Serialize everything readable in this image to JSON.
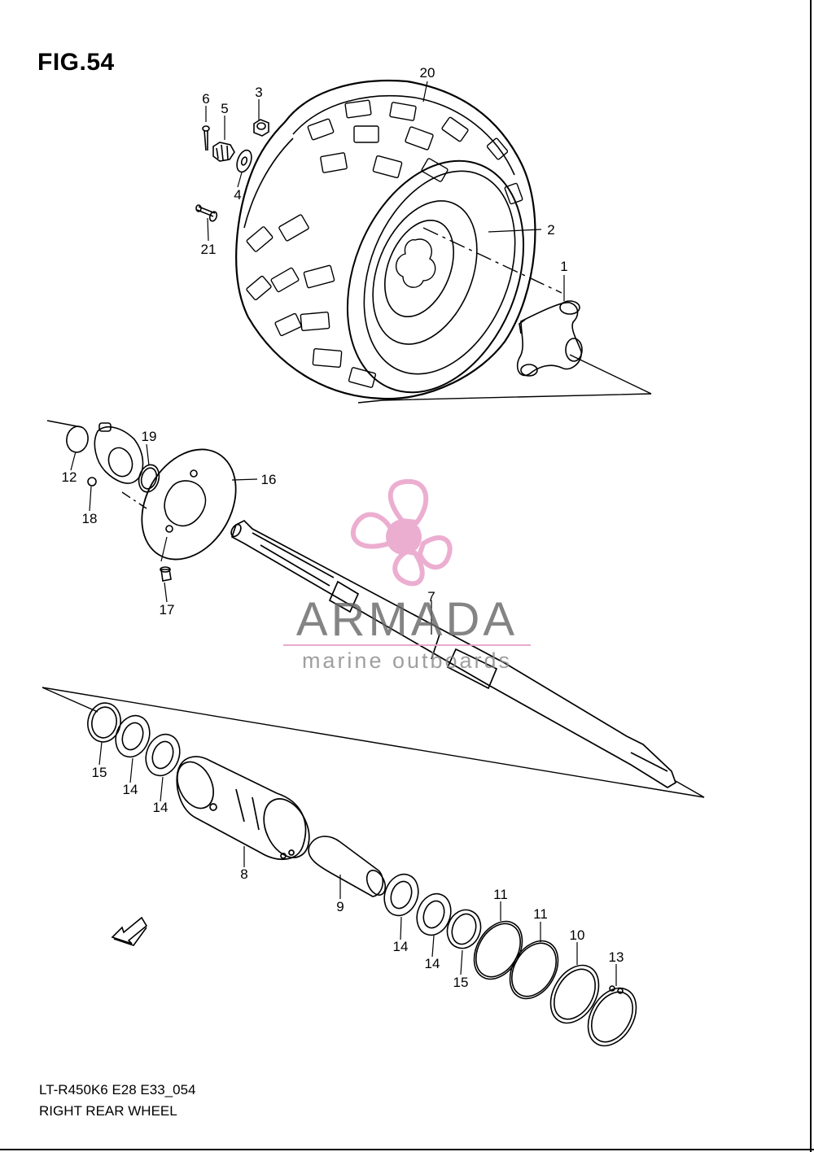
{
  "figure": {
    "title": "FIG.54",
    "model_code": "LT-R450K6 E28 E33_054",
    "name": "RIGHT REAR WHEEL"
  },
  "watermark": {
    "brand": "ARMADA",
    "tagline": "marine outboards",
    "logo": "propeller-logo",
    "logo_color": "#e9a0c8"
  },
  "fwd_arrow": {
    "label": "FWD",
    "icon": "fwd-arrow-icon"
  },
  "callouts": [
    {
      "id": "c1",
      "label": "1"
    },
    {
      "id": "c2",
      "label": "2"
    },
    {
      "id": "c3",
      "label": "3"
    },
    {
      "id": "c4",
      "label": "4"
    },
    {
      "id": "c5",
      "label": "5"
    },
    {
      "id": "c6",
      "label": "6"
    },
    {
      "id": "c7",
      "label": "7"
    },
    {
      "id": "c8",
      "label": "8"
    },
    {
      "id": "c9",
      "label": "9"
    },
    {
      "id": "c10",
      "label": "10"
    },
    {
      "id": "c11a",
      "label": "11"
    },
    {
      "id": "c11b",
      "label": "11"
    },
    {
      "id": "c12",
      "label": "12"
    },
    {
      "id": "c13",
      "label": "13"
    },
    {
      "id": "c14a",
      "label": "14"
    },
    {
      "id": "c14b",
      "label": "14"
    },
    {
      "id": "c14c",
      "label": "14"
    },
    {
      "id": "c14d",
      "label": "14"
    },
    {
      "id": "c15a",
      "label": "15"
    },
    {
      "id": "c15b",
      "label": "15"
    },
    {
      "id": "c16",
      "label": "16"
    },
    {
      "id": "c17",
      "label": "17"
    },
    {
      "id": "c18",
      "label": "18"
    },
    {
      "id": "c19",
      "label": "19"
    },
    {
      "id": "c20",
      "label": "20"
    },
    {
      "id": "c21",
      "label": "21"
    }
  ]
}
